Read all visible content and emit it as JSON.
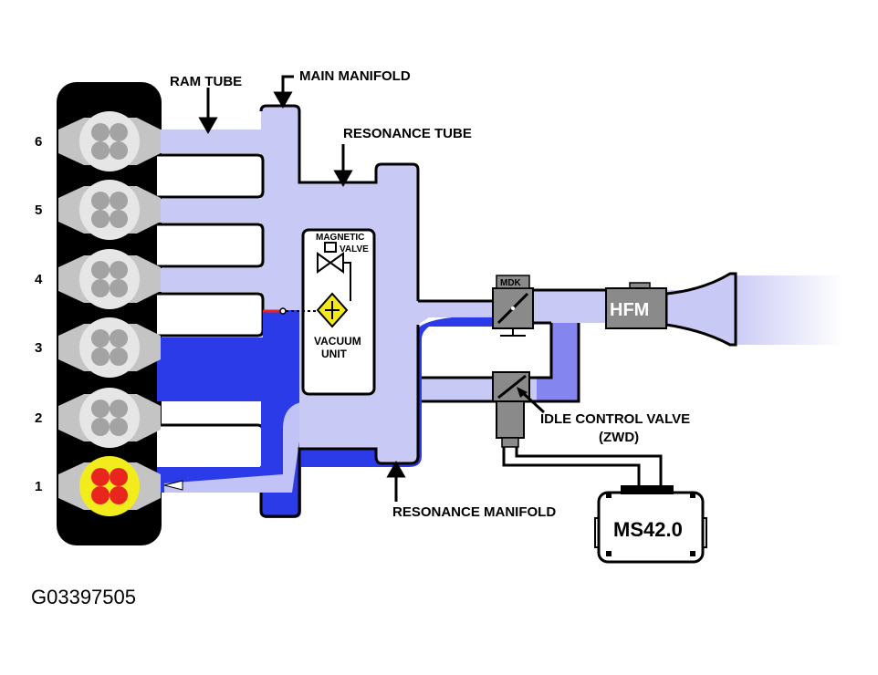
{
  "labels": {
    "ram_tube": "RAM TUBE",
    "main_manifold": "MAIN MANIFOLD",
    "resonance_tube": "RESONANCE TUBE",
    "resonance_manifold": "RESONANCE MANIFOLD",
    "magnetic_valve_line1": "MAGNETIC",
    "magnetic_valve_line2": "VALVE",
    "vacuum_unit_line1": "VACUUM",
    "vacuum_unit_line2": "UNIT",
    "mdk": "MDK",
    "hfm": "HFM",
    "idle_control_valve": "IDLE CONTROL VALVE",
    "idle_control_valve_abbr": "(ZWD)",
    "ecu": "MS42.0"
  },
  "cylinders": [
    "6",
    "5",
    "4",
    "3",
    "2",
    "1"
  ],
  "active_cylinder": "1",
  "figure_id": "G03397505",
  "colors": {
    "light_air": "#c9c9f5",
    "dark_air": "#2c3be8",
    "mid_air": "#8585f0",
    "active_valve": "#e8261e",
    "active_ring": "#f2ec1c",
    "vacuum_unit": "#f4e81a",
    "engine_block": "#000000",
    "component_grey": "#8a8a8a"
  }
}
